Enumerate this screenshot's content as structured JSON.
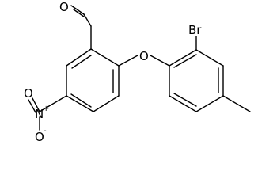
{
  "structure": {
    "atom_labels": {
      "aldehyde_oxygen": "O",
      "ether_oxygen": "O",
      "bromine": "Br",
      "nitro_nitrogen": "N",
      "nitro_nitrogen_charge": "+",
      "nitro_oxygen_top": "O",
      "nitro_oxygen_bottom": "O",
      "nitro_oxygen_bottom_charge": "-"
    },
    "colors": {
      "bonds": "#000000",
      "labels": "#000000",
      "background": "#ffffff"
    }
  }
}
